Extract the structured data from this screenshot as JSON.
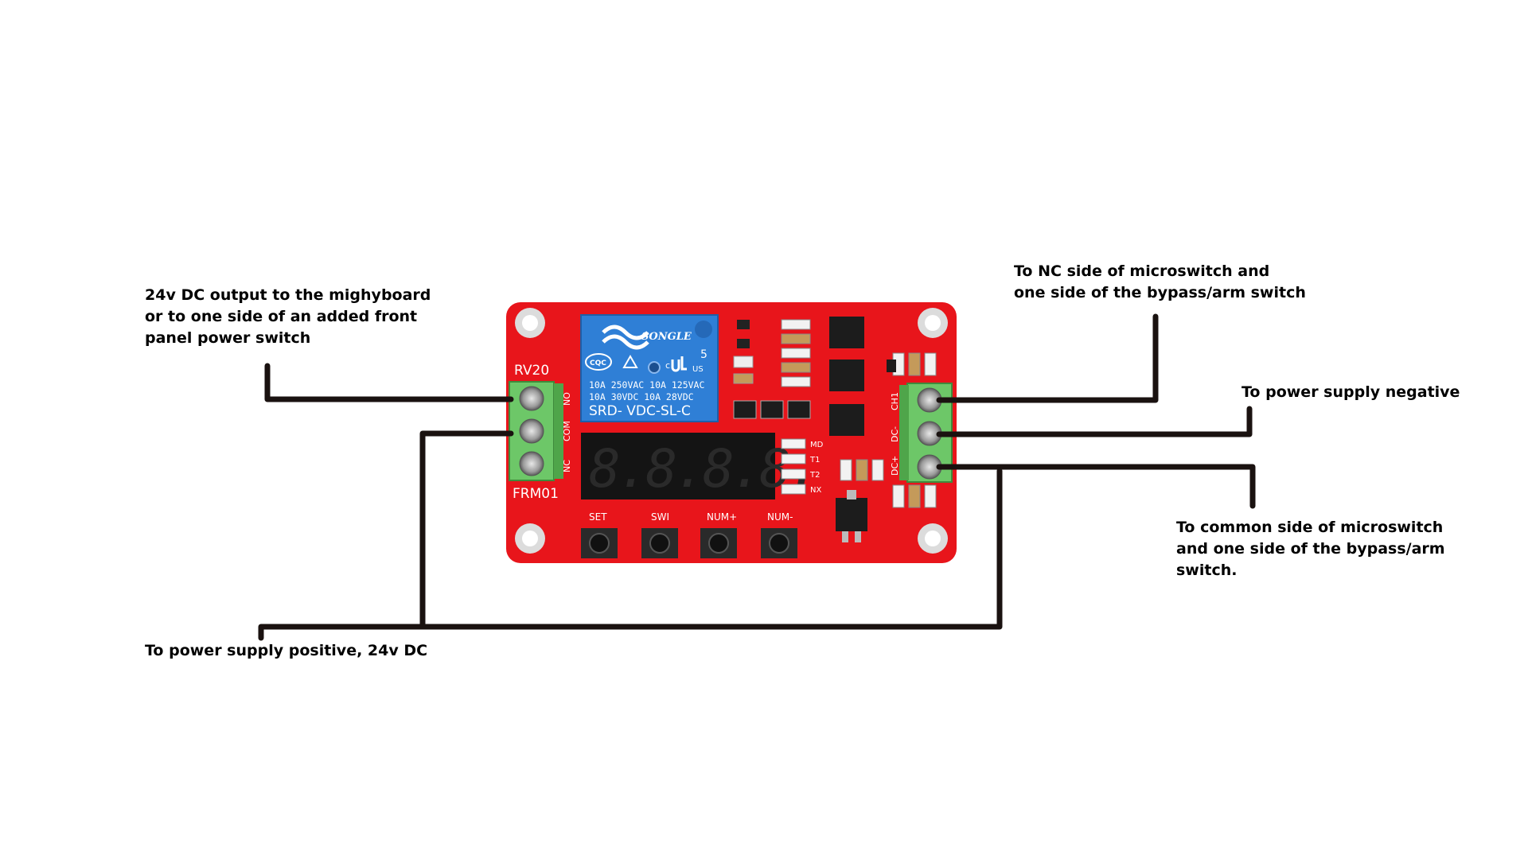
{
  "labels": {
    "top_left": "24v DC output to the mighyboard\nor to one side of an added front\npanel power switch",
    "top_right": "To NC side of microswitch and\none side of the bypass/arm switch",
    "right": "To power supply negative",
    "bottom_right": "To common side of microswitch\nand one side of the bypass/arm\nswitch.",
    "bottom_left": "To power supply positive, 24v DC"
  },
  "board": {
    "model_left": "RV20",
    "model_bottom": "FRM01",
    "left_terminals": [
      "NO",
      "COM",
      "NC"
    ],
    "right_terminals": [
      "CH1",
      "DC-",
      "DC+"
    ],
    "relay": {
      "brand": "SONGLE",
      "rating_a": "10A 250VAC  10A 125VAC",
      "rating_b": "10A  30VDC  10A  28VDC",
      "part": "SRD-    VDC-SL-C",
      "cert_a": "CQC",
      "cert_b": "c",
      "cert_c": "US",
      "cert_d": "5"
    },
    "display": {
      "digits": "8.8.8.8."
    },
    "leds": [
      "MD",
      "T1",
      "T2",
      "NX"
    ],
    "buttons": [
      "SET",
      "SWI",
      "NUM+",
      "NUM-"
    ]
  },
  "colors": {
    "board": "#e8151b",
    "terminal": "#6dc768",
    "wire": "#1a1210",
    "relay": "#2f7fd6",
    "display": "#141414"
  }
}
